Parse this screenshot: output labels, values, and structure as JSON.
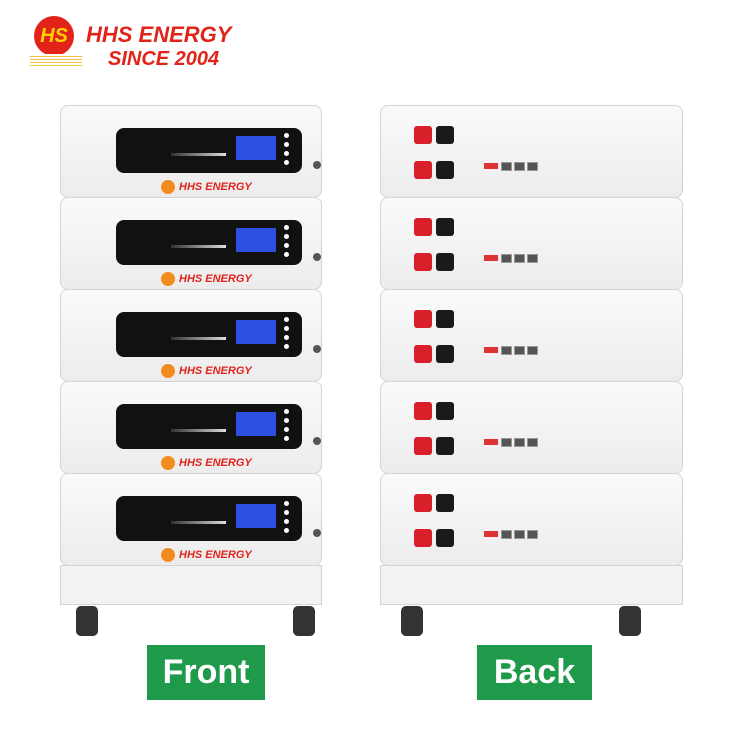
{
  "logo": {
    "brand": "HHS ENERGY",
    "tagline": "SINCE 2004",
    "mark": "HS"
  },
  "module_brand": "HHS ENERGY",
  "labels": {
    "front": "Front",
    "back": "Back"
  },
  "colors": {
    "brand_red": "#e2231a",
    "label_green": "#1e9a4a"
  }
}
